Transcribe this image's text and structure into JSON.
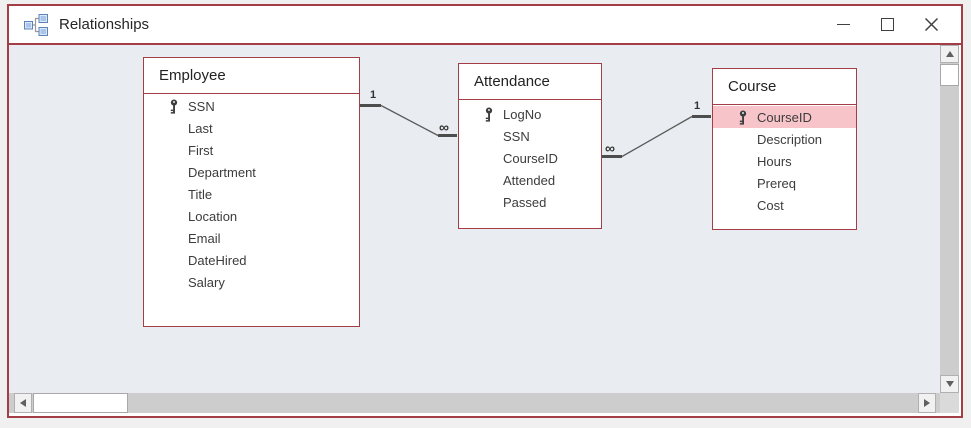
{
  "window": {
    "title": "Relationships",
    "icon": "relationships-diagram-icon",
    "controls": [
      "minimize",
      "maximize",
      "close"
    ]
  },
  "colors": {
    "accent_maroon": "#a33e46",
    "canvas_bg": "#e9edf1",
    "titlebar_bg": "#ffffff",
    "selected_field_bg": "#f7c4c9",
    "relationship_line": "#555555"
  },
  "tables": [
    {
      "name": "Employee",
      "fields": [
        {
          "label": "SSN",
          "primary_key": true
        },
        {
          "label": "Last",
          "primary_key": false
        },
        {
          "label": "First",
          "primary_key": false
        },
        {
          "label": "Department",
          "primary_key": false
        },
        {
          "label": "Title",
          "primary_key": false
        },
        {
          "label": "Location",
          "primary_key": false
        },
        {
          "label": "Email",
          "primary_key": false
        },
        {
          "label": "DateHired",
          "primary_key": false
        },
        {
          "label": "Salary",
          "primary_key": false
        }
      ]
    },
    {
      "name": "Attendance",
      "fields": [
        {
          "label": "LogNo",
          "primary_key": true
        },
        {
          "label": "SSN",
          "primary_key": false
        },
        {
          "label": "CourseID",
          "primary_key": false
        },
        {
          "label": "Attended",
          "primary_key": false
        },
        {
          "label": "Passed",
          "primary_key": false
        }
      ]
    },
    {
      "name": "Course",
      "fields": [
        {
          "label": "CourseID",
          "primary_key": true,
          "selected": true
        },
        {
          "label": "Description",
          "primary_key": false
        },
        {
          "label": "Hours",
          "primary_key": false
        },
        {
          "label": "Prereq",
          "primary_key": false
        },
        {
          "label": "Cost",
          "primary_key": false
        }
      ]
    }
  ],
  "relationships": [
    {
      "from_table": "Employee",
      "from_field": "SSN",
      "from_cardinality": "1",
      "to_table": "Attendance",
      "to_field": "SSN",
      "to_cardinality": "∞",
      "type": "one-to-many"
    },
    {
      "from_table": "Attendance",
      "from_field": "CourseID",
      "from_cardinality": "∞",
      "to_table": "Course",
      "to_field": "CourseID",
      "to_cardinality": "1",
      "type": "many-to-one"
    }
  ]
}
